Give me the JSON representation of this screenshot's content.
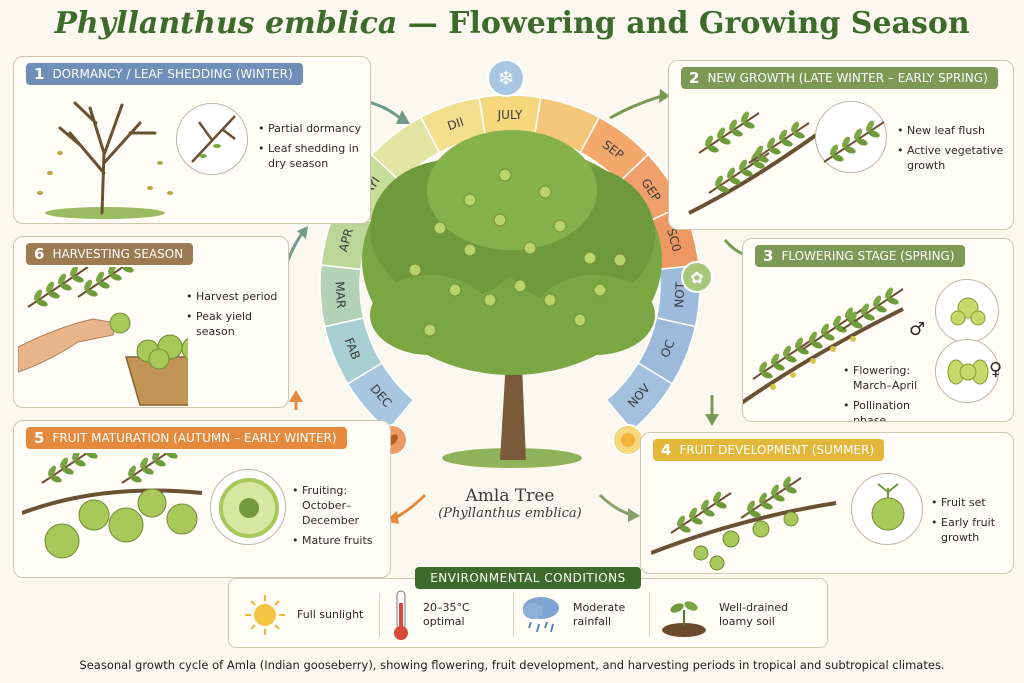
{
  "title": {
    "species": "Phyllanthus emblica",
    "rest": " — Flowering and Growing Season"
  },
  "stages": [
    {
      "number": "1",
      "label": "DORMANCY / LEAF SHEDDING (WINTER)",
      "color": "#6f8fb8",
      "bullets": [
        "Partial dormancy",
        "Leaf shedding in dry season"
      ]
    },
    {
      "number": "2",
      "label": "NEW GROWTH (LATE WINTER – EARLY SPRING)",
      "color": "#7c9a56",
      "bullets": [
        "New leaf flush",
        "Active vegetative growth"
      ]
    },
    {
      "number": "3",
      "label": "FLOWERING STAGE (SPRING)",
      "color": "#7c9a56",
      "bullets": [
        "Flowering: March–April",
        "Pollination phase"
      ]
    },
    {
      "number": "4",
      "label": "FRUIT DEVELOPMENT (SUMMER)",
      "color": "#e3b73a",
      "bullets": [
        "Fruit set",
        "Early fruit growth"
      ]
    },
    {
      "number": "5",
      "label": "FRUIT MATURATION (AUTUMN – EARLY WINTER)",
      "color": "#e58a3c",
      "bullets": [
        "Fruiting: October–December",
        "Mature fruits"
      ]
    },
    {
      "number": "6",
      "label": "HARVESTING SEASON",
      "color": "#9c7a52",
      "bullets": [
        "Harvest period",
        "Peak yield season"
      ]
    }
  ],
  "months": [
    {
      "label": "DEC",
      "color": "#a8c6df"
    },
    {
      "label": "FAB",
      "color": "#a7cfd3"
    },
    {
      "label": "MAR",
      "color": "#b3d1b4"
    },
    {
      "label": "APR",
      "color": "#bcd69a"
    },
    {
      "label": "MAYI",
      "color": "#c7dc96"
    },
    {
      "label": "",
      "color": "#e2e5a3"
    },
    {
      "label": "DII",
      "color": "#f3df90"
    },
    {
      "label": "JULY",
      "color": "#f5d77c"
    },
    {
      "label": "",
      "color": "#f3c679"
    },
    {
      "label": "SEP",
      "color": "#f2a96b"
    },
    {
      "label": "GEP",
      "color": "#f0a06a"
    },
    {
      "label": "SC0",
      "color": "#ee9963"
    },
    {
      "label": "NOT",
      "color": "#9dbbdb"
    },
    {
      "label": "OC",
      "color": "#9cbad9"
    },
    {
      "label": "NOV",
      "color": "#a3c0de"
    }
  ],
  "sex_symbols": {
    "male": "♂",
    "female": "♀"
  },
  "tree": {
    "name": "Amla Tree",
    "scientific": "(Phyllanthus emblica)"
  },
  "environment": {
    "header": "ENVIRONMENTAL CONDITIONS",
    "items": [
      {
        "icon": "sun-icon",
        "text": "Full sunlight"
      },
      {
        "icon": "thermometer-icon",
        "text": "20–35°C optimal"
      },
      {
        "icon": "rain-cloud-icon",
        "text": "Moderate rainfall"
      },
      {
        "icon": "soil-sprout-icon",
        "text": "Well-drained loamy soil"
      }
    ]
  },
  "caption": "Seasonal growth cycle of Amla (Indian gooseberry), showing flowering, fruit development, and harvesting periods in tropical and subtropical climates.",
  "colors": {
    "title_green": "#3e6b2c",
    "leaf": "#6f9a3c",
    "fruit": "#a9c85a",
    "bark": "#7a5a3a"
  }
}
